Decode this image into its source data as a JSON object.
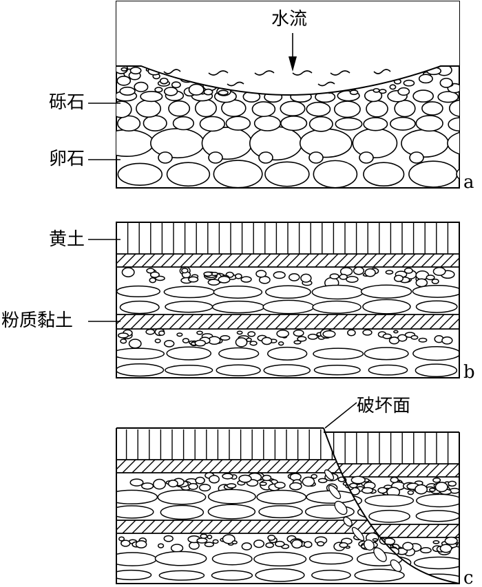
{
  "panel_a": {
    "tag": "a",
    "labels": {
      "water_flow": "水流",
      "gravel": "砾石",
      "pebble": "卵石"
    }
  },
  "panel_b": {
    "tag": "b",
    "labels": {
      "loess": "黄土",
      "silty_clay": "粉质黏土"
    }
  },
  "panel_c": {
    "tag": "c",
    "labels": {
      "failure_surface": "破坏面"
    }
  },
  "colors": {
    "line": "#000000",
    "background": "#ffffff"
  }
}
